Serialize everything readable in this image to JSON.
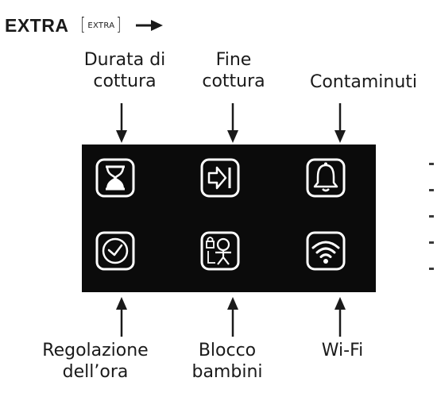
{
  "heading": {
    "title": "EXTRA",
    "key_badge": "EXTRA"
  },
  "labels": {
    "cooking_duration": [
      "Durata di",
      "cottura"
    ],
    "cooking_end": [
      "Fine",
      "cottura"
    ],
    "minute_minder": "Contaminuti",
    "clock_setting": [
      "Regolazione",
      "dell’ora"
    ],
    "child_lock": [
      "Blocco",
      "bambini"
    ],
    "wifi": "Wi-Fi"
  },
  "icons": {
    "top": [
      "hourglass-icon",
      "end-time-icon",
      "bell-icon"
    ],
    "bottom": [
      "clock-icon",
      "child-lock-icon",
      "wifi-icon"
    ]
  },
  "colors": {
    "panel_background": "#0b0b0b",
    "icon_stroke": "#ffffff",
    "text": "#1a1a1a"
  }
}
